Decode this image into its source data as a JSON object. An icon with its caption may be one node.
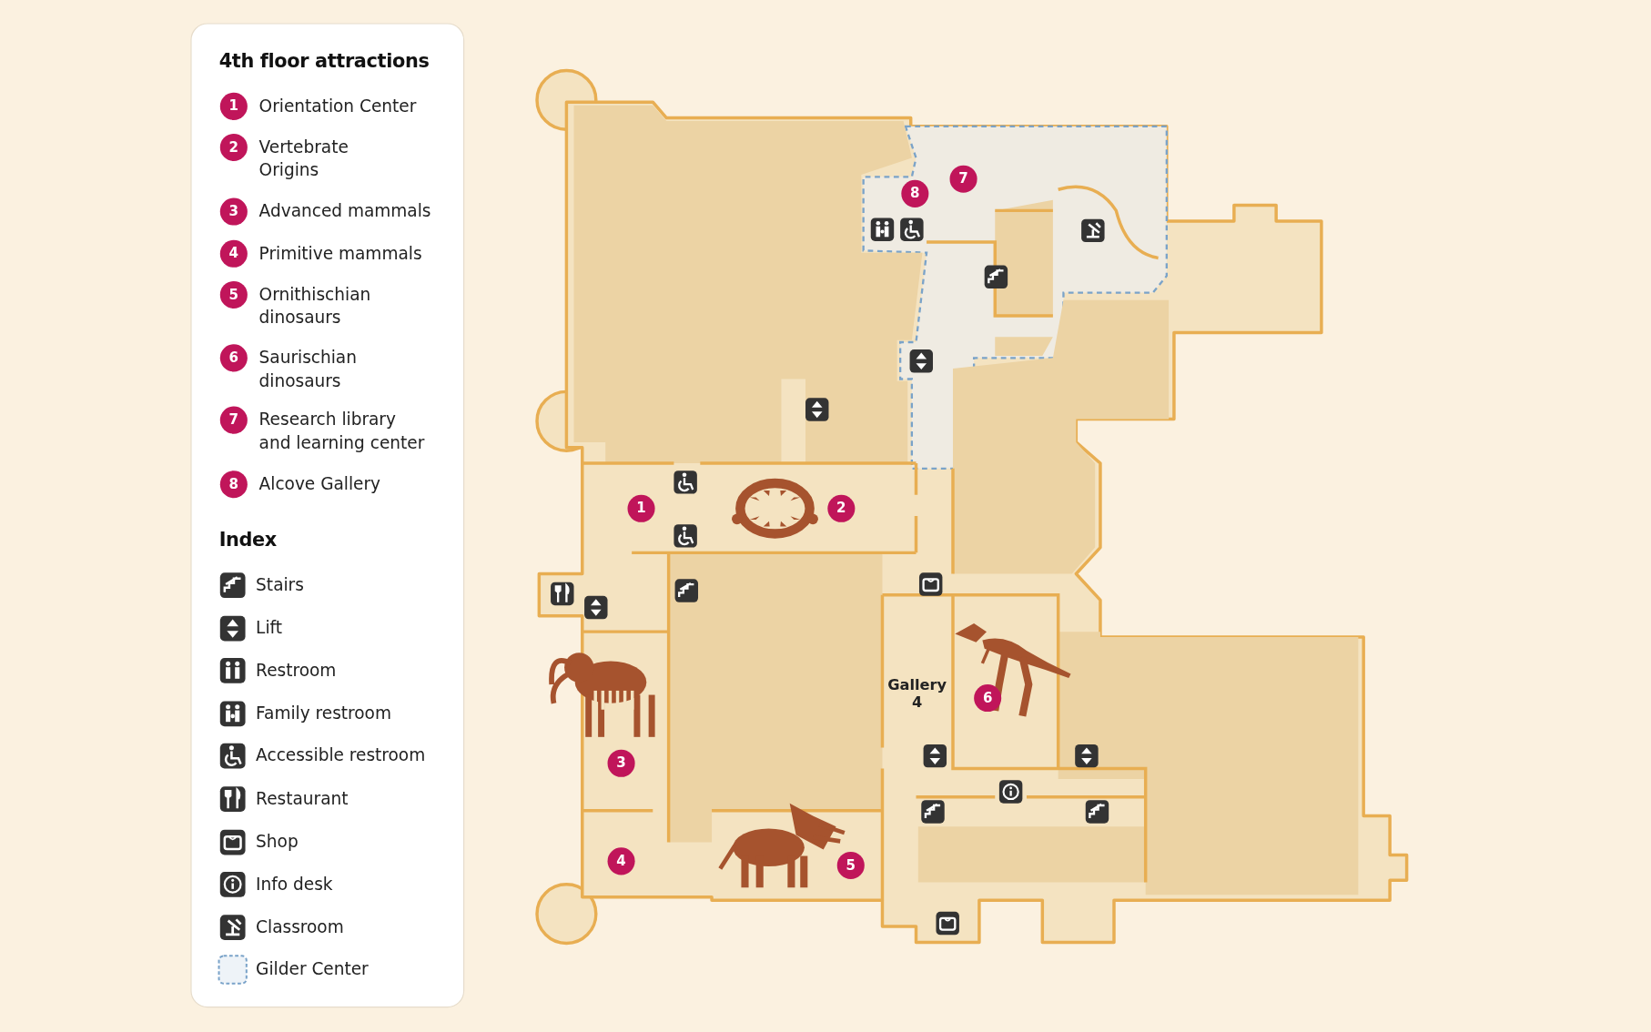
{
  "diagram": {
    "labels": [
      "4th floor attractions",
      "Index",
      "1",
      "2",
      "3",
      "4",
      "5",
      "6",
      "7",
      "8",
      "1",
      "2",
      "3",
      "4",
      "5",
      "6",
      "7",
      "8",
      "Gallery 4"
    ],
    "legend": [
      {
        "text": "Orientation Center"
      },
      {
        "text": "Vertebrate Origins"
      },
      {
        "text": "Advanced mammals"
      },
      {
        "text": "Primitive mammals"
      },
      {
        "text": "Ornithischian dinosaurs"
      },
      {
        "text": "Saurischian dinosaurs"
      },
      {
        "text": "Research library and learning center"
      },
      {
        "text": "Alcove Gallery"
      },
      {
        "text": "Stairs"
      },
      {
        "text": "Lift"
      },
      {
        "text": "Restroom"
      },
      {
        "text": "Family restroom"
      },
      {
        "text": "Accessible restroom"
      },
      {
        "text": "Restaurant"
      },
      {
        "text": "Shop"
      },
      {
        "text": "Info desk"
      },
      {
        "text": "Classroom"
      },
      {
        "text": "Gilder Center"
      }
    ]
  }
}
